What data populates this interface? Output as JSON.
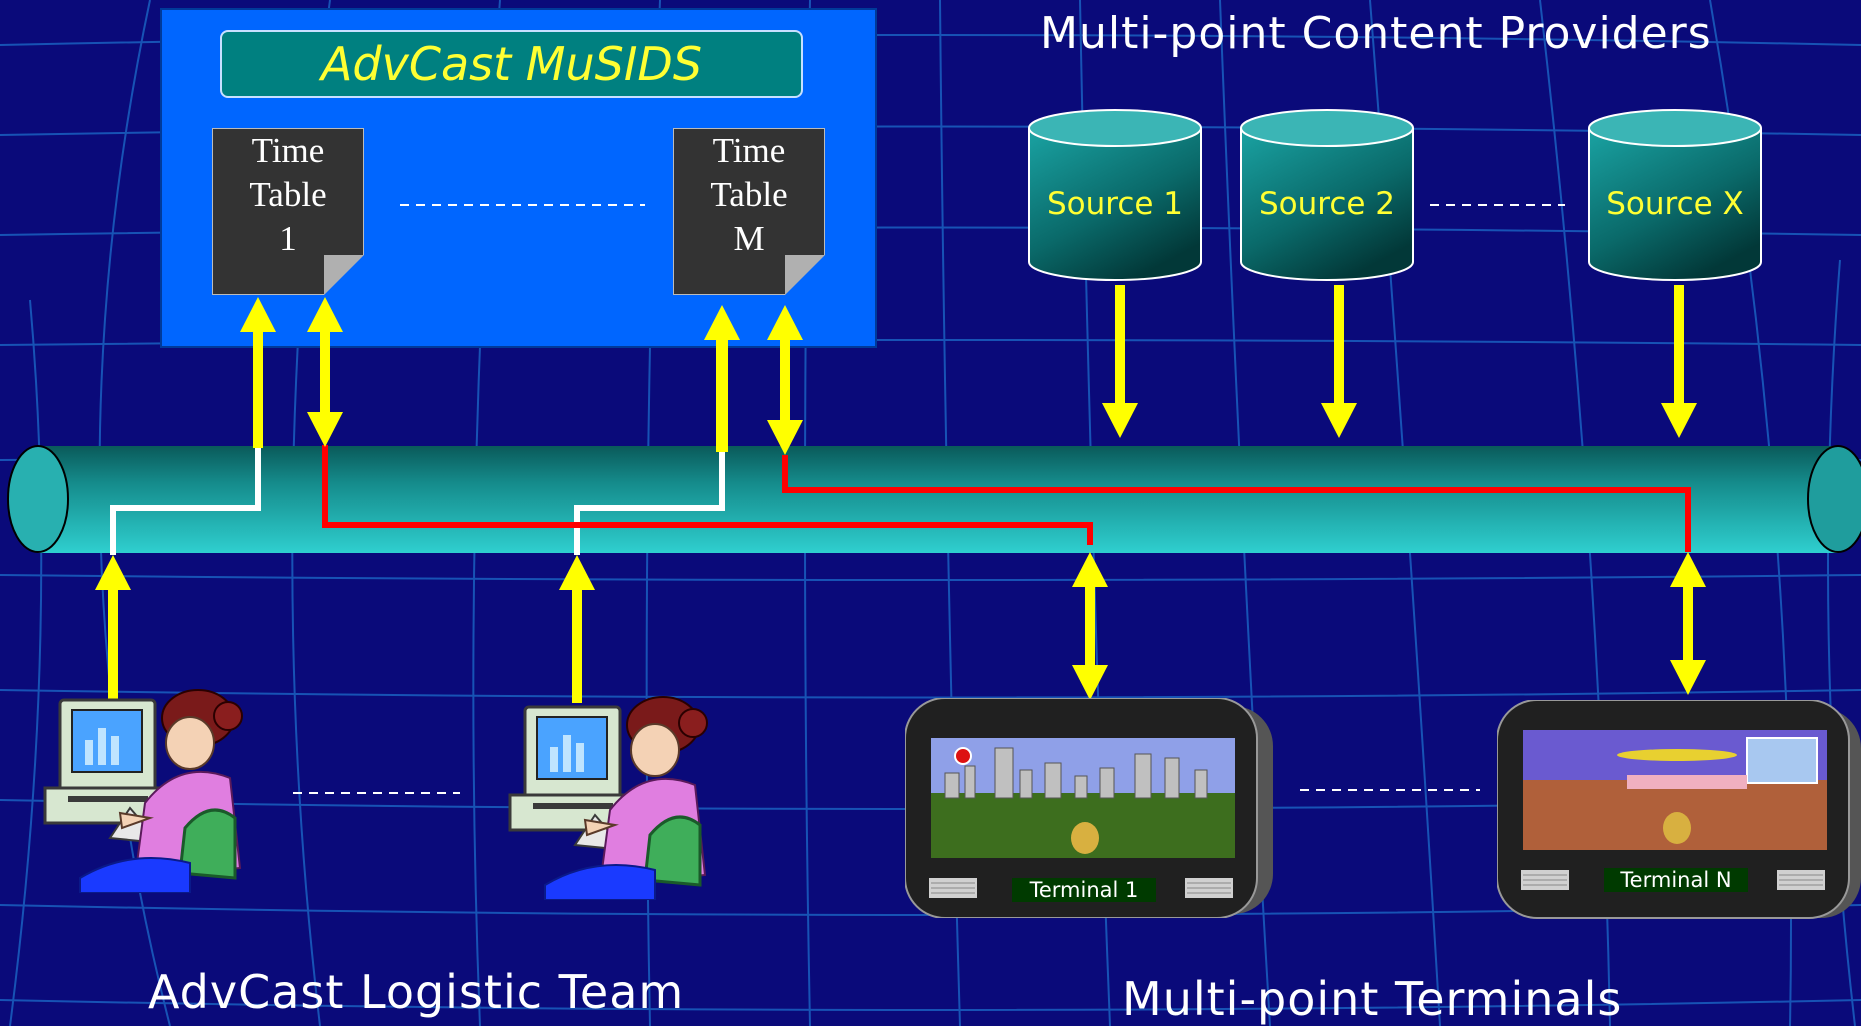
{
  "headings": {
    "providers": "Multi-point Content Providers",
    "logistic_team": "AdvCast Logistic Team",
    "terminals": "Multi-point Terminals"
  },
  "musids": {
    "title": "AdvCast MuSIDS",
    "timetables": [
      {
        "lines": [
          "Time",
          "Table",
          "1"
        ]
      },
      {
        "lines": [
          "Time",
          "Table",
          "M"
        ]
      }
    ]
  },
  "sources": [
    "Source 1",
    "Source 2",
    "Source X"
  ],
  "terminals": [
    "Terminal 1",
    "Terminal N"
  ],
  "colors": {
    "background": "#0a0a7a",
    "grid": "#1a60c0",
    "musids_box": "#0066ff",
    "title_box": "#008080",
    "accent_yellow": "#ffff00",
    "link_red": "#ff0000",
    "link_white": "#ffffff",
    "bus": "#2ec8c8"
  }
}
